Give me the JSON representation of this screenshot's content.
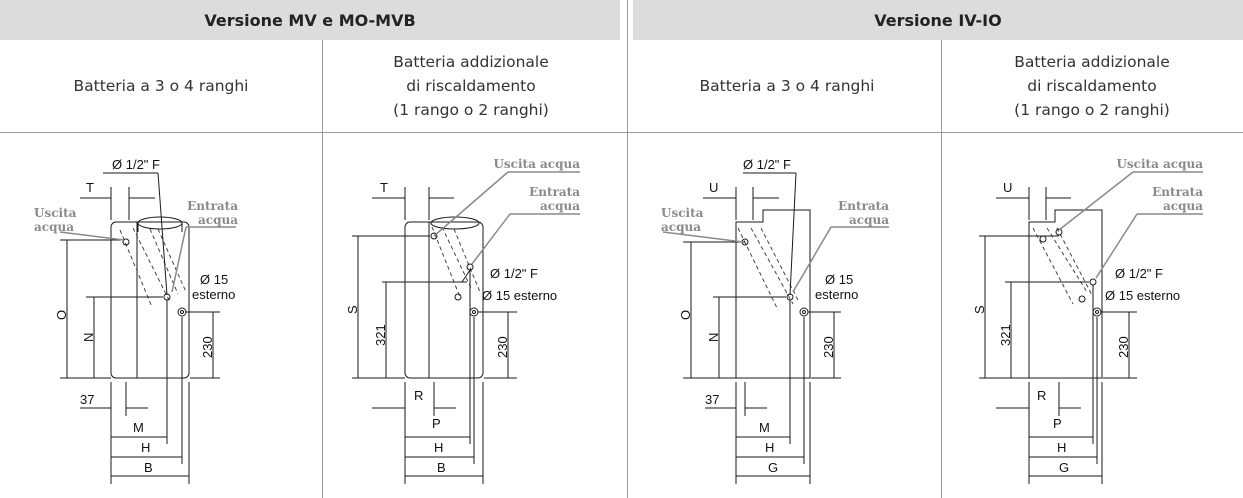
{
  "headers": {
    "left": "Versione MV e MO-MVB",
    "right": "Versione IV-IO"
  },
  "columns": [
    {
      "title_line1": "Batteria a 3 o 4 ranghi"
    },
    {
      "title_line1": "Batteria addizionale",
      "title_line2": "di riscaldamento",
      "title_line3": "(1 rango o 2 ranghi)"
    },
    {
      "title_line1": "Batteria a 3 o 4 ranghi"
    },
    {
      "title_line1": "Batteria addizionale",
      "title_line2": "di riscaldamento",
      "title_line3": "(1 rango o 2 ranghi)"
    }
  ],
  "labels": {
    "pipe_half_inch": "Ø 1/2\" F",
    "water_out": "Uscita acqua",
    "water_out_l1": "Uscita",
    "water_out_l2": "acqua",
    "water_in_l1": "Entrata",
    "water_in_l2": "acqua",
    "drain_15": "Ø 15",
    "drain_ext": "esterno",
    "drain_15_ext": "Ø 15 esterno",
    "dim_230": "230",
    "dim_321": "321",
    "dim_37": "37",
    "T": "T",
    "U": "U",
    "O": "O",
    "N": "N",
    "S": "S",
    "M": "M",
    "H": "H",
    "B": "B",
    "G": "G",
    "P": "P",
    "R": "R"
  },
  "colors": {
    "header_bg": "#dcdcdc",
    "callout_gray": "#8a8a8a",
    "line": "#1a1a1a"
  }
}
